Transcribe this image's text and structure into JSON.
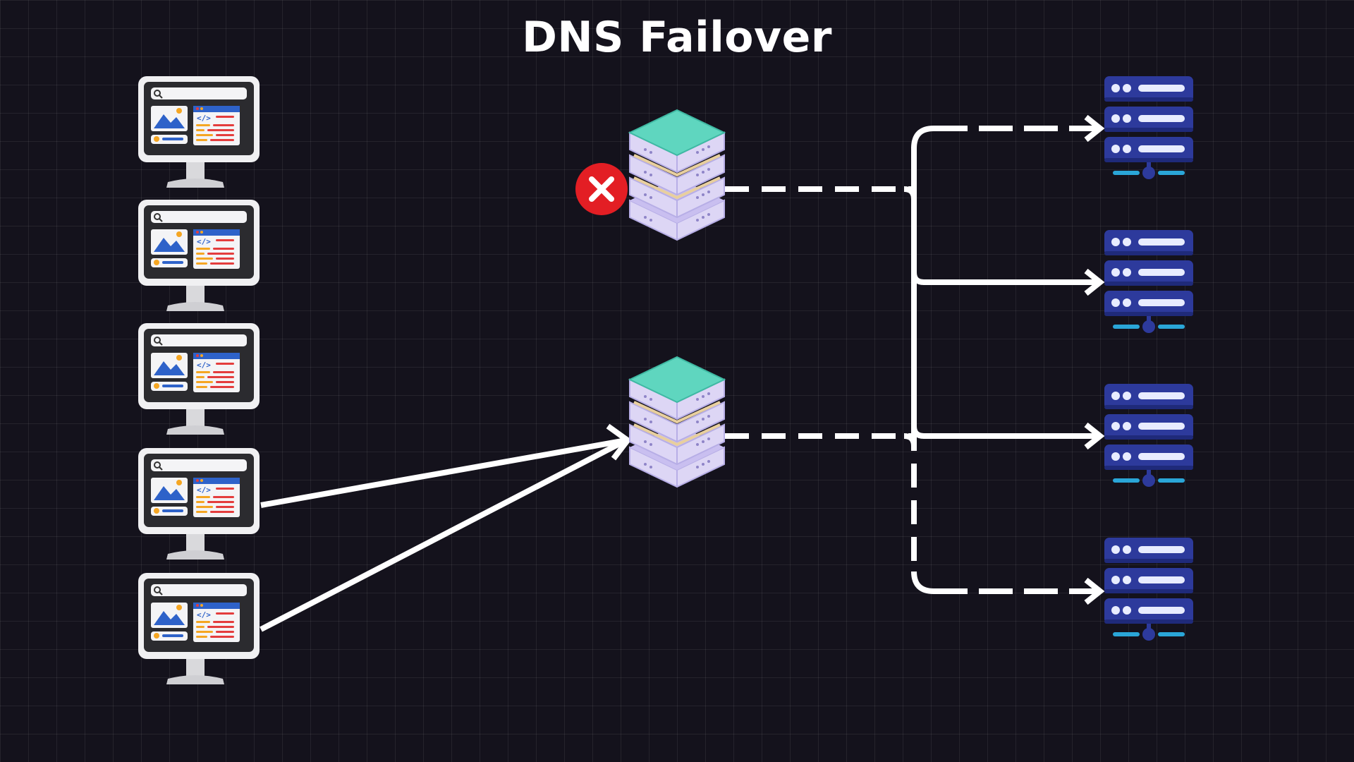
{
  "title": "DNS Failover",
  "colors": {
    "background": "#14121c",
    "line": "#ffffff",
    "dns_top": "#5fd6bf",
    "dns_layer": "#ddd6f5",
    "server_blue": "#2d3a9c",
    "server_cyan": "#2aa6d8",
    "fail_red": "#e31e24",
    "monitor_frame": "#e9e9ec",
    "monitor_screen": "#2b2b2f"
  },
  "clients": [
    {
      "icon": "client-monitor-icon"
    },
    {
      "icon": "client-monitor-icon"
    },
    {
      "icon": "client-monitor-icon"
    },
    {
      "icon": "client-monitor-icon"
    },
    {
      "icon": "client-monitor-icon"
    }
  ],
  "dns_servers": [
    {
      "icon": "dns-server-stack-icon",
      "status": "failed",
      "status_icon": "failed-x-icon"
    },
    {
      "icon": "dns-server-stack-icon",
      "status": "active"
    }
  ],
  "backend_servers": [
    {
      "icon": "server-rack-icon"
    },
    {
      "icon": "server-rack-icon"
    },
    {
      "icon": "server-rack-icon"
    },
    {
      "icon": "server-rack-icon"
    }
  ],
  "connections": {
    "clients_to_dns": "solid arrows from clients 4 and 5 to the active DNS server",
    "failed_dns_to_servers": "dashed",
    "active_dns_to_servers": "dashed with solid branches to servers 2 and 3"
  }
}
